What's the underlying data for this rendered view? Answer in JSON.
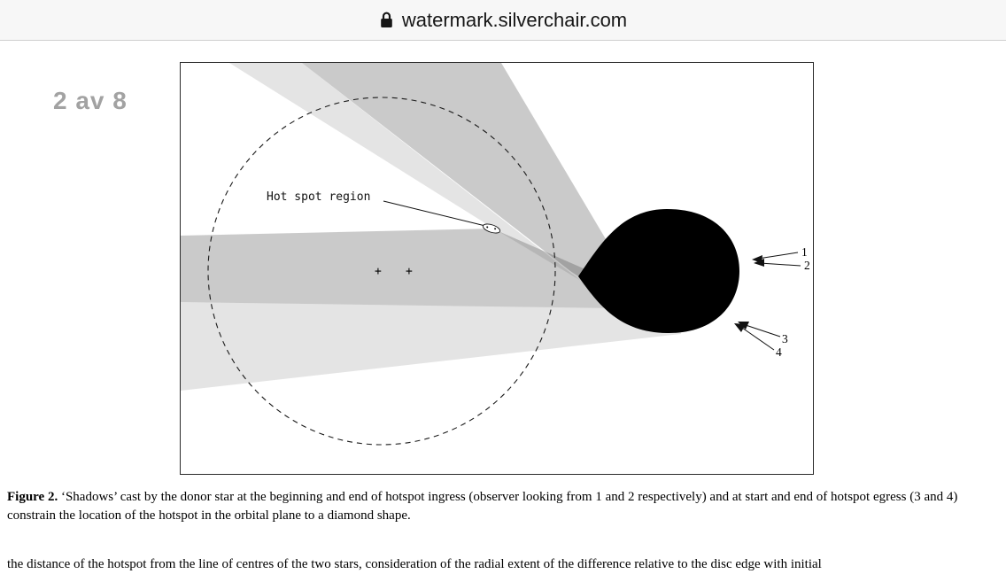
{
  "browser": {
    "url_text": "watermark.silverchair.com"
  },
  "page_indicator": {
    "text": "2 av 8"
  },
  "figure": {
    "hotspot_label": "Hot spot region",
    "plus_symbol": "+",
    "arrows": [
      {
        "label": "1"
      },
      {
        "label": "2"
      },
      {
        "label": "3"
      },
      {
        "label": "4"
      }
    ],
    "colors": {
      "star": "#000000",
      "band_light": "rgba(45,45,45,0.13)",
      "band_main": "rgba(45,45,45,0.25)",
      "circle_stroke": "#1a1a1a",
      "ink": "#111111"
    }
  },
  "caption": {
    "label": "Figure 2.",
    "text": " ‘Shadows’ cast by the donor star at the beginning and end of hotspot ingress (observer looking from 1 and 2 respectively) and at start and end of hotspot egress (3 and 4) constrain the location of the hotspot in the orbital plane to a diamond shape."
  },
  "partial_paragraph": "the distance of the hotspot from the line of centres of the two stars, consideration of the radial extent of the difference relative to the disc edge with initial"
}
